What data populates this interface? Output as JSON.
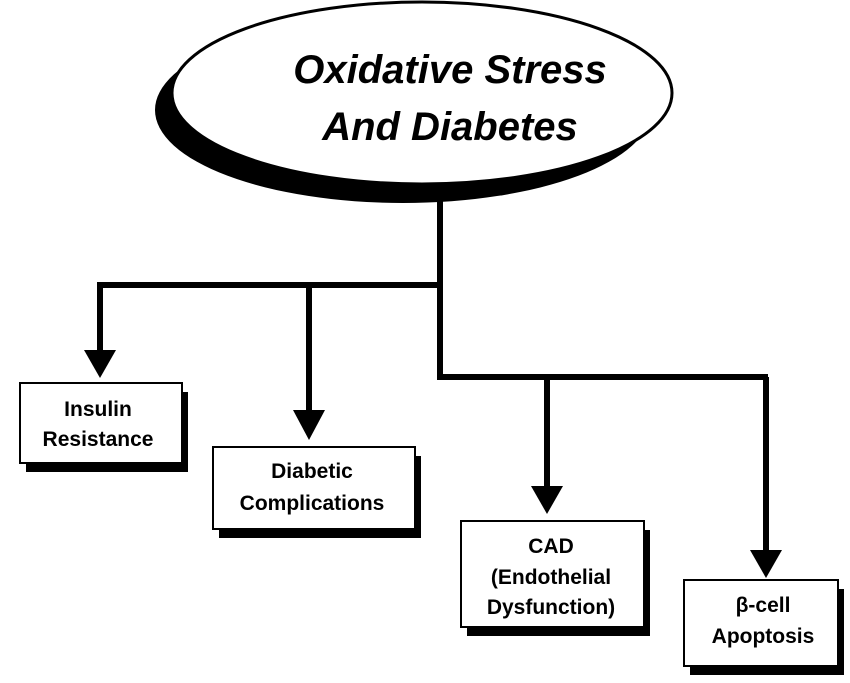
{
  "title": {
    "line1": "Oxidative Stress",
    "line2": "And Diabetes"
  },
  "outcomes": [
    {
      "line1": "Insulin",
      "line2": "Resistance"
    },
    {
      "line1": "Diabetic",
      "line2": "Complications"
    },
    {
      "line1": "CAD",
      "line2": "(Endothelial",
      "line3": "Dysfunction)"
    },
    {
      "line1": "β-cell",
      "line2": "Apoptosis"
    }
  ],
  "colors": {
    "line": "#000000",
    "fill": "#ffffff",
    "shadow": "#000000"
  }
}
